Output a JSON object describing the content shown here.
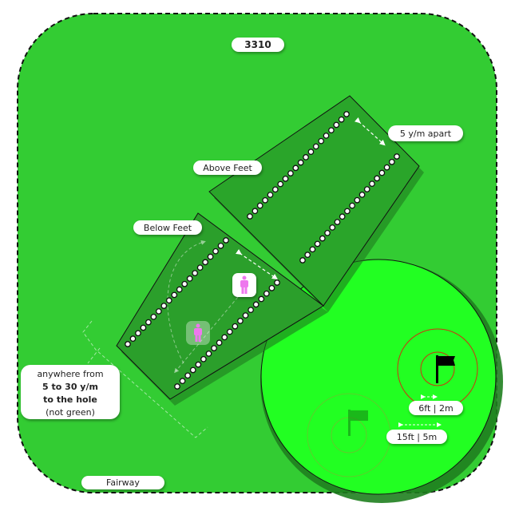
{
  "title": "3310",
  "labels": {
    "spacing": "5 y/m apart",
    "above_feet": "Above Feet",
    "below_feet": "Below Feet",
    "fairway": "Fairway"
  },
  "note": {
    "line1": "anywhere from",
    "line2": "5 to 30 y/m",
    "line3": "to the hole",
    "line4": "(not green)"
  },
  "green_labels": {
    "inner_ring": "6ft | 2m",
    "outer_ring": "15ft | 5m"
  },
  "icons": [
    "player-icon",
    "player-ghost-icon",
    "flag-icon",
    "flag-ghost-icon"
  ],
  "colors": {
    "fairway": "#33cc33",
    "slope": "#2aa52a",
    "green": "#22ff22",
    "player": "#ee77ee",
    "ring": "#cc3311"
  }
}
